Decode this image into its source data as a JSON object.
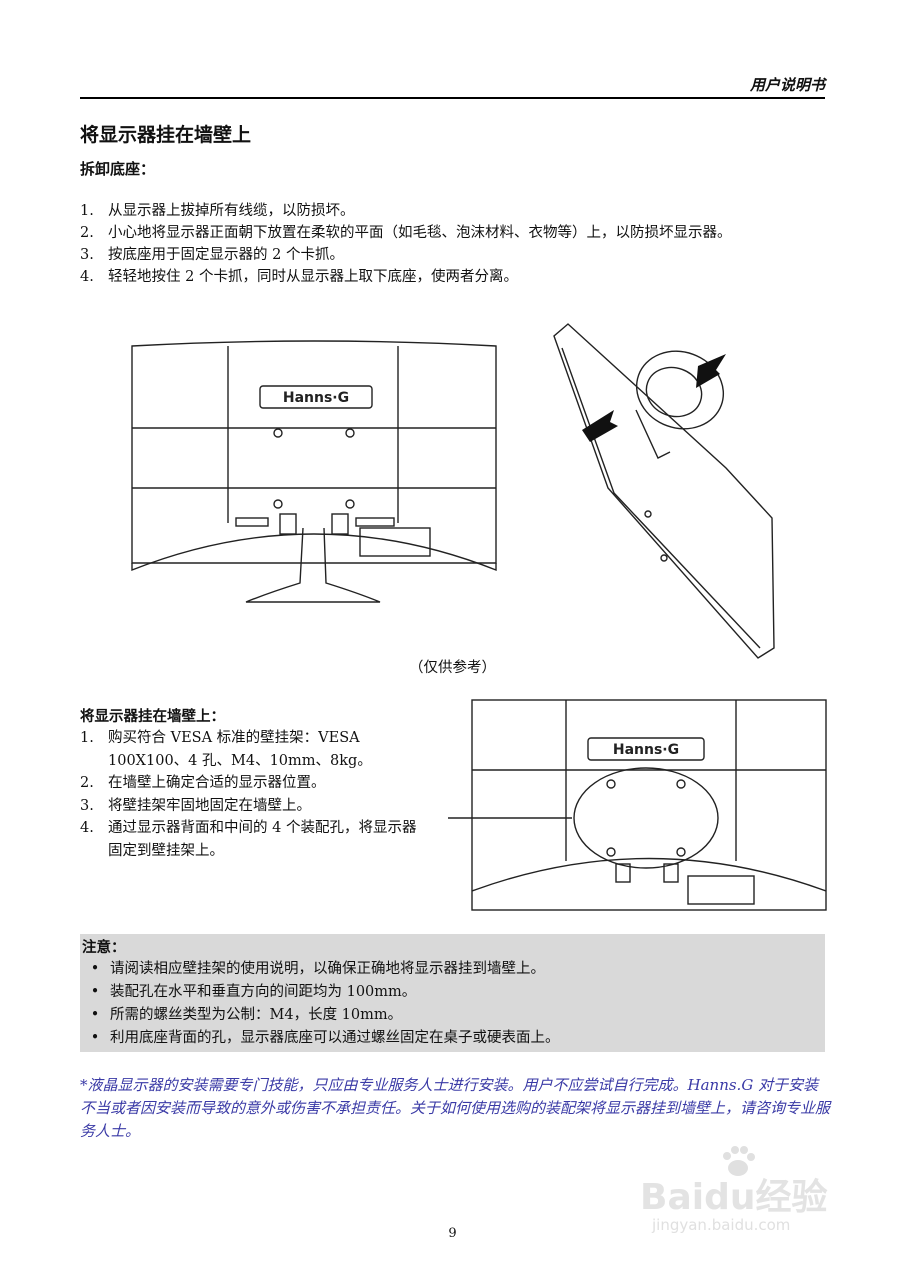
{
  "header": {
    "title": "用户说明书"
  },
  "section": {
    "title": "将显示器挂在墙壁上",
    "remove_base": {
      "heading": "拆卸底座：",
      "steps": [
        {
          "num": "1.",
          "text": "从显示器上拔掉所有线缆，以防损坏。"
        },
        {
          "num": "2.",
          "text": "小心地将显示器正面朝下放置在柔软的平面（如毛毯、泡沫材料、衣物等）上，以防损坏显示器。"
        },
        {
          "num": "3.",
          "text": "按底座用于固定显示器的 2 个卡抓。"
        },
        {
          "num": "4.",
          "text": "轻轻地按住 2 个卡抓，同时从显示器上取下底座，使两者分离。"
        }
      ]
    },
    "figure_caption": "（仅供参考）",
    "mount": {
      "heading": "将显示器挂在墙壁上：",
      "steps": [
        {
          "num": "1.",
          "text": "购买符合 VESA 标准的壁挂架：VESA 100X100、4 孔、M4、10mm、8kg。"
        },
        {
          "num": "2.",
          "text": "在墙壁上确定合适的显示器位置。"
        },
        {
          "num": "3.",
          "text": "将壁挂架牢固地固定在墙壁上。"
        },
        {
          "num": "4.",
          "text": "通过显示器背面和中间的 4 个装配孔，将显示器固定到壁挂架上。"
        }
      ]
    },
    "note": {
      "title": "注意：",
      "items": [
        "请阅读相应壁挂架的使用说明，以确保正确地将显示器挂到墙壁上。",
        "装配孔在水平和垂直方向的间距均为 100mm。",
        "所需的螺丝类型为公制：M4，长度 10mm。",
        "利用底座背面的孔，显示器底座可以通过螺丝固定在桌子或硬表面上。"
      ]
    },
    "warning": "*液晶显示器的安装需要专门技能，只应由专业服务人士进行安装。用户不应尝试自行完成。Hanns.G 对于安装不当或者因安装而导致的意外或伤害不承担责任。关于如何使用选购的装配架将显示器挂到墙壁上，请咨询专业服务人士。"
  },
  "brand_logo": "Hanns·G",
  "page_number": "9",
  "watermark": {
    "line1": "Baidu经验",
    "line2": "jingyan.baidu.com"
  },
  "colors": {
    "warning": "#3a3aa6",
    "note_bg": "#d9d9d9"
  }
}
